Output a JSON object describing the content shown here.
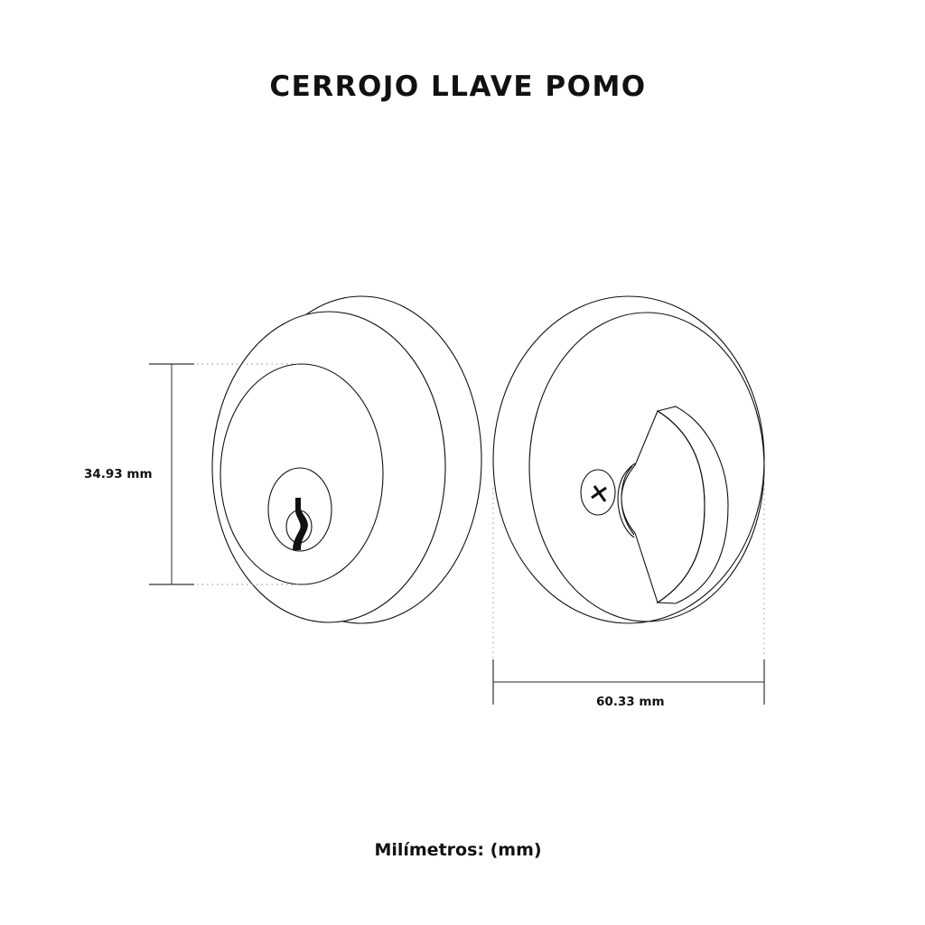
{
  "title": "CERROJO LLAVE POMO",
  "footer": "Milímetros: (mm)",
  "colors": {
    "line": "#111111",
    "dim_line": "#555555",
    "background": "#ffffff"
  },
  "views": [
    {
      "name": "key-side",
      "features": [
        "outer-rosette",
        "inner-cylinder",
        "keyhole"
      ]
    },
    {
      "name": "thumbturn-side",
      "features": [
        "outer-rosette",
        "screw",
        "thumbturn"
      ]
    }
  ],
  "dimensions": {
    "height": {
      "label": "34.93 mm",
      "value": 34.93,
      "unit": "mm",
      "orientation": "vertical"
    },
    "width": {
      "label": "60.33 mm",
      "value": 60.33,
      "unit": "mm",
      "orientation": "horizontal"
    }
  }
}
